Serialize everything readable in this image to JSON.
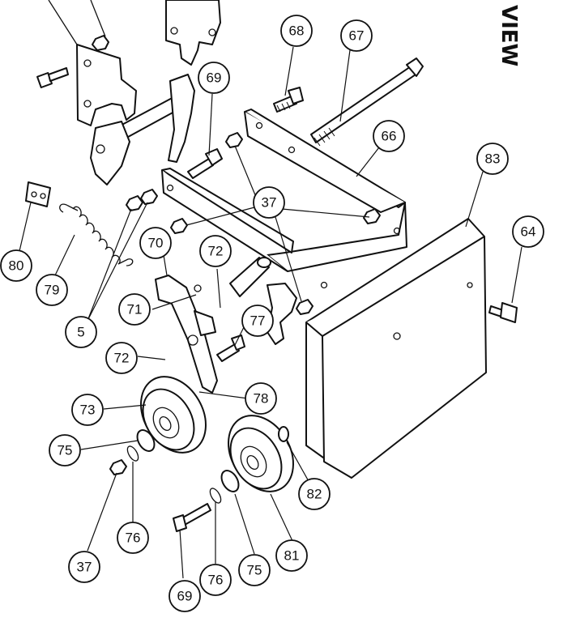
{
  "header": {
    "view_label": "VIEW"
  },
  "callouts": [
    {
      "id": "c68",
      "label": "68"
    },
    {
      "id": "c67",
      "label": "67"
    },
    {
      "id": "c69a",
      "label": "69"
    },
    {
      "id": "c66",
      "label": "66"
    },
    {
      "id": "c83",
      "label": "83"
    },
    {
      "id": "c37a",
      "label": "37"
    },
    {
      "id": "c64",
      "label": "64"
    },
    {
      "id": "c70",
      "label": "70"
    },
    {
      "id": "c72a",
      "label": "72"
    },
    {
      "id": "c80",
      "label": "80"
    },
    {
      "id": "c79",
      "label": "79"
    },
    {
      "id": "c71",
      "label": "71"
    },
    {
      "id": "c77",
      "label": "77"
    },
    {
      "id": "c5",
      "label": "5"
    },
    {
      "id": "c72b",
      "label": "72"
    },
    {
      "id": "c73",
      "label": "73"
    },
    {
      "id": "c78",
      "label": "78"
    },
    {
      "id": "c75a",
      "label": "75"
    },
    {
      "id": "c82",
      "label": "82"
    },
    {
      "id": "c76a",
      "label": "76"
    },
    {
      "id": "c81",
      "label": "81"
    },
    {
      "id": "c37b",
      "label": "37"
    },
    {
      "id": "c76b",
      "label": "76"
    },
    {
      "id": "c75b",
      "label": "75"
    },
    {
      "id": "c69b",
      "label": "69"
    }
  ]
}
